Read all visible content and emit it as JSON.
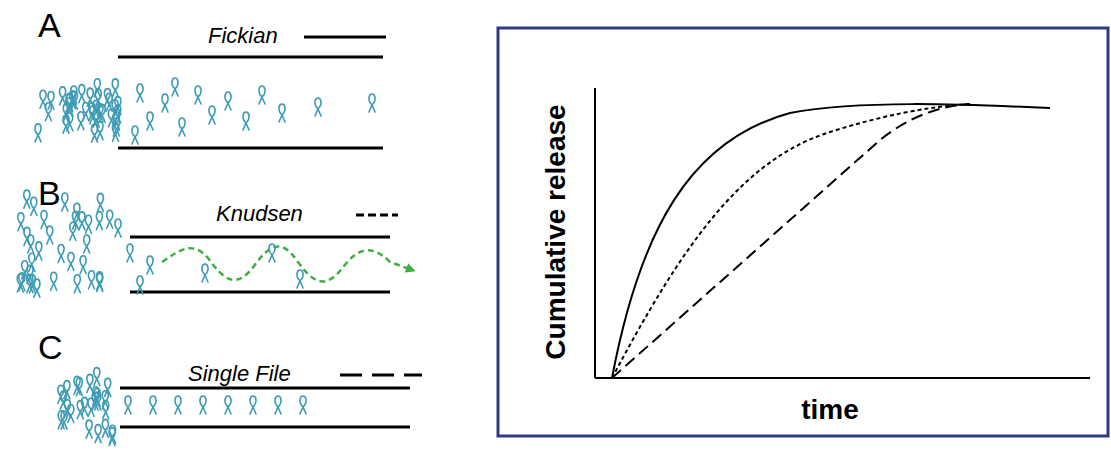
{
  "diagram": {
    "labels": [
      "A",
      "B",
      "C",
      "Cumulative release",
      "time"
    ],
    "legend": [
      {
        "text": "Fickian"
      },
      {
        "text": "Knudsen"
      },
      {
        "text": "Single File"
      }
    ]
  }
}
